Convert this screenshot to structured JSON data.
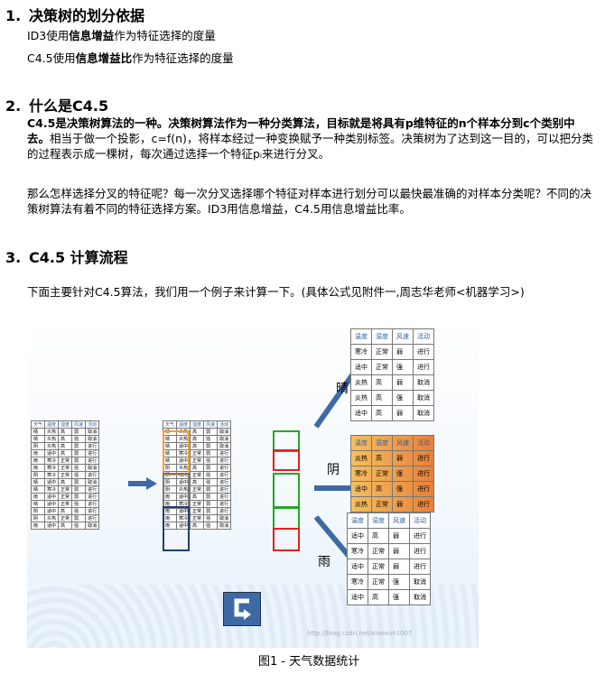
{
  "s1": {
    "num": "1.",
    "title": "决策树的划分依据",
    "l1a": "ID3使用",
    "l1b": "信息增益",
    "l1c": "作为特征选择的度量",
    "l2a": "C4.5使用",
    "l2b": "信息增益比",
    "l2c": "作为特征选择的度量"
  },
  "s2": {
    "num": "2.",
    "title": "什么是C4.5",
    "p1bold": "C4.5是决策树算法的一种。决策树算法作为一种分类算法，目标就是将具有p维特征的n个样本分到c个类别中去。",
    "p1rest": "相当于做一个投影，c=f(n)，将样本经过一种变换赋予一种类别标签。决策树为了达到这一目的，可以把分类的过程表示成一棵树，每次通过选择一个特征pᵢ来进行分叉。",
    "p2": "那么怎样选择分叉的特征呢？每一次分叉选择哪个特征对样本进行划分可以最快最准确的对样本分类呢？不同的决策树算法有着不同的特征选择方案。ID3用信息增益，C4.5用信息增益比率。"
  },
  "s3": {
    "num": "3.",
    "title": "C4.5 计算流程",
    "p1": "下面主要针对C4.5算法，我们用一个例子来计算一下。(具体公式见附件一,周志华老师<机器学习>)"
  },
  "figure": {
    "caption": "图1 - 天气数据统计",
    "labels": {
      "sunny": "晴",
      "cloudy": "阴",
      "rainy": "雨"
    },
    "headers": [
      "天气",
      "温度",
      "湿度",
      "风速",
      "活动"
    ],
    "rows": [
      [
        "晴",
        "炎热",
        "高",
        "弱",
        "取消"
      ],
      [
        "晴",
        "炎热",
        "高",
        "强",
        "取消"
      ],
      [
        "阴",
        "炎热",
        "高",
        "弱",
        "进行"
      ],
      [
        "雨",
        "适中",
        "高",
        "弱",
        "进行"
      ],
      [
        "雨",
        "寒冷",
        "正常",
        "弱",
        "进行"
      ],
      [
        "雨",
        "寒冷",
        "正常",
        "强",
        "取消"
      ],
      [
        "阴",
        "寒冷",
        "正常",
        "强",
        "进行"
      ],
      [
        "晴",
        "适中",
        "高",
        "弱",
        "取消"
      ],
      [
        "晴",
        "寒冷",
        "正常",
        "弱",
        "进行"
      ],
      [
        "雨",
        "适中",
        "正常",
        "弱",
        "进行"
      ],
      [
        "晴",
        "适中",
        "正常",
        "强",
        "进行"
      ],
      [
        "阴",
        "适中",
        "高",
        "强",
        "进行"
      ],
      [
        "阴",
        "炎热",
        "正常",
        "弱",
        "进行"
      ],
      [
        "雨",
        "适中",
        "高",
        "强",
        "取消"
      ]
    ],
    "sorted_rows": [
      [
        "晴",
        "炎热",
        "高",
        "弱",
        "取消"
      ],
      [
        "晴",
        "炎热",
        "高",
        "强",
        "取消"
      ],
      [
        "晴",
        "适中",
        "高",
        "弱",
        "取消"
      ],
      [
        "晴",
        "寒冷",
        "正常",
        "弱",
        "进行"
      ],
      [
        "晴",
        "适中",
        "正常",
        "强",
        "进行"
      ],
      [
        "阴",
        "炎热",
        "高",
        "弱",
        "进行"
      ],
      [
        "阴",
        "寒冷",
        "正常",
        "强",
        "进行"
      ],
      [
        "阴",
        "适中",
        "高",
        "强",
        "进行"
      ],
      [
        "阴",
        "炎热",
        "正常",
        "弱",
        "进行"
      ],
      [
        "雨",
        "适中",
        "高",
        "弱",
        "进行"
      ],
      [
        "雨",
        "寒冷",
        "正常",
        "弱",
        "进行"
      ],
      [
        "雨",
        "适中",
        "正常",
        "弱",
        "进行"
      ],
      [
        "雨",
        "寒冷",
        "正常",
        "强",
        "取消"
      ],
      [
        "雨",
        "适中",
        "高",
        "强",
        "取消"
      ]
    ],
    "sub_headers": [
      "温度",
      "湿度",
      "风速",
      "活动"
    ],
    "sunny_rows": [
      [
        "寒冷",
        "正常",
        "弱",
        "进行"
      ],
      [
        "适中",
        "正常",
        "强",
        "进行"
      ],
      [
        "炎热",
        "高",
        "弱",
        "取消"
      ],
      [
        "炎热",
        "高",
        "强",
        "取消"
      ],
      [
        "适中",
        "高",
        "弱",
        "取消"
      ]
    ],
    "cloudy_rows": [
      [
        "炎热",
        "高",
        "弱",
        "进行"
      ],
      [
        "寒冷",
        "正常",
        "强",
        "进行"
      ],
      [
        "适中",
        "高",
        "强",
        "进行"
      ],
      [
        "炎热",
        "正常",
        "弱",
        "进行"
      ]
    ],
    "rainy_rows": [
      [
        "适中",
        "高",
        "弱",
        "进行"
      ],
      [
        "寒冷",
        "正常",
        "弱",
        "进行"
      ],
      [
        "适中",
        "正常",
        "弱",
        "进行"
      ],
      [
        "寒冷",
        "正常",
        "强",
        "取消"
      ],
      [
        "适中",
        "高",
        "强",
        "取消"
      ]
    ],
    "watermark": "http://blog.csdn.net/xiaoxun1007"
  }
}
